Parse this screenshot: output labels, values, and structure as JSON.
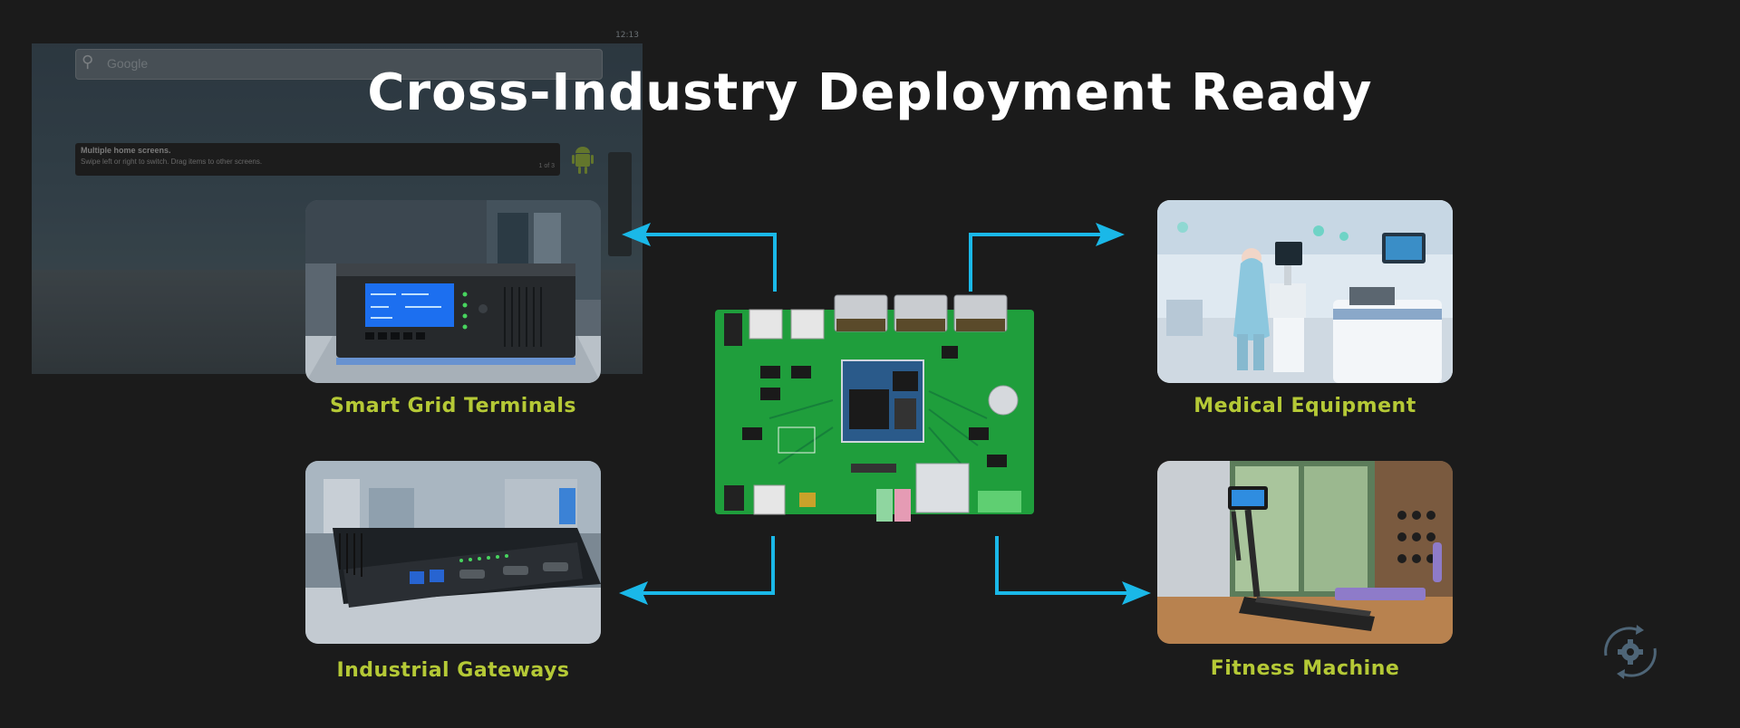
{
  "title": "Cross-Industry Deployment Ready",
  "background": {
    "android_preview": {
      "search_placeholder": "Google",
      "status_time": "12:13",
      "tip_title": "Multiple home screens.",
      "tip_body": "Swipe left or right to switch. Drag items to other screens.",
      "tip_page": "1 of 3"
    }
  },
  "center": {
    "item": "development-board"
  },
  "applications": [
    {
      "label": "Smart Grid Terminals"
    },
    {
      "label": "Medical Equipment"
    },
    {
      "label": "Industrial Gateways"
    },
    {
      "label": "Fitness Machine"
    }
  ],
  "colors": {
    "background": "#1b1b1b",
    "title": "#ffffff",
    "label": "#b5c936",
    "arrow": "#1ab8e8",
    "board": "#1f9e3c"
  },
  "icons": {
    "corner_icon": "gear-cycle-icon"
  }
}
